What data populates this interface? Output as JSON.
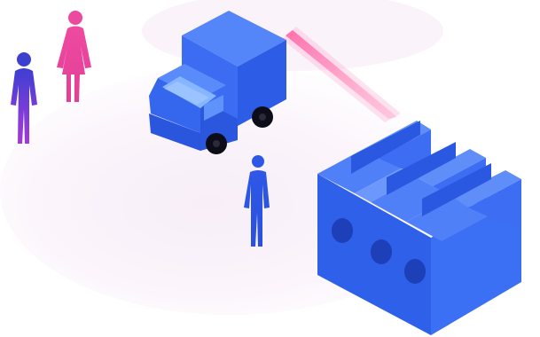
{
  "scene": {
    "elements": [
      {
        "name": "person-purple-male",
        "icon": "person-icon"
      },
      {
        "name": "person-pink-female",
        "icon": "person-icon"
      },
      {
        "name": "delivery-truck",
        "icon": "truck-icon"
      },
      {
        "name": "person-blue-male",
        "icon": "person-icon"
      },
      {
        "name": "factory-building",
        "icon": "factory-icon"
      }
    ]
  },
  "colors": {
    "background": "#ffffff",
    "floor_glow": "#f6eef6",
    "truck_top": "#4f7ef8",
    "truck_side": "#2e5ee8",
    "truck_front": "#3a6cf2",
    "windshield": "#7fb0ff",
    "factory_top": "#5b8af8",
    "factory_front": "#2f5fe9",
    "factory_side": "#3b6ef3",
    "factory_windows": "#1d3fb8",
    "beam": "#ff5fa2",
    "person_pink": "#e8449a",
    "person_purple_top": "#3a3fcf",
    "person_purple_bottom": "#9b38d6",
    "person_blue": "#2f55e6"
  }
}
